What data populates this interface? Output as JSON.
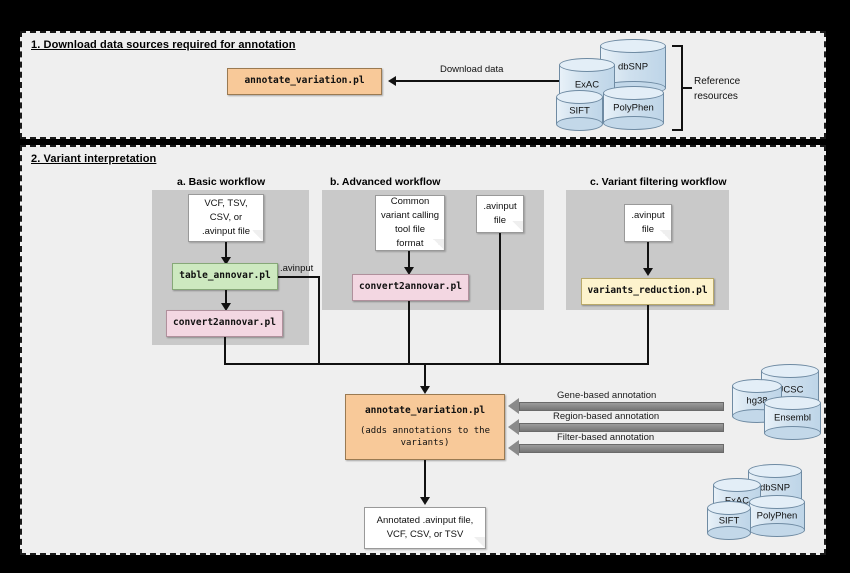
{
  "figure": {
    "background": "#efefef",
    "accent_orange": "#f8c999",
    "accent_green": "#cde9c0",
    "accent_pink": "#f3d7e2",
    "accent_yellow": "#fdf3cd",
    "db_blue": "#cfe0ee"
  },
  "section1": {
    "title": "1. Download data sources required for annotation",
    "program": "annotate_variation.pl",
    "edge_label": "Download data",
    "bracket_label_line1": "Reference",
    "bracket_label_line2": "resources",
    "databases": [
      "dbSNP",
      "ExAC",
      "PolyPhen",
      "SIFT"
    ]
  },
  "section2": {
    "title": "2. Variant interpretation",
    "workflows": [
      {
        "title": "a. Basic workflow",
        "input_note": "VCF, TSV, CSV, or .avinput file",
        "input_note_lines": [
          "VCF, TSV,",
          "CSV, or",
          ".avinput file"
        ],
        "steps": [
          "table_annovar.pl",
          "convert2annovar.pl"
        ],
        "branch_label": ".avinput"
      },
      {
        "title": "b. Advanced workflow",
        "input_note_lines": [
          "Common",
          "variant calling",
          "tool file",
          "format"
        ],
        "second_note_lines": [
          ".avinput",
          "file"
        ],
        "steps": [
          "convert2annovar.pl"
        ]
      },
      {
        "title": "c. Variant filtering workflow",
        "input_note_lines": [
          ".avinput",
          "file"
        ],
        "steps": [
          "variants_reduction.pl"
        ]
      }
    ],
    "central": {
      "program": "annotate_variation.pl",
      "description_lines": [
        "(adds annotations to the",
        "variants)"
      ]
    },
    "annotation_arrows": [
      "Gene-based annotation",
      "Region-based annotation",
      "Filter-based annotation"
    ],
    "reference_dbs_top": [
      "UCSC",
      "hg38",
      "Ensembl"
    ],
    "reference_dbs_bottom": [
      "dbSNP",
      "ExAC",
      "PolyPhen",
      "SIFT"
    ],
    "output_note_lines": [
      "Annotated .avinput file,",
      "VCF, CSV, or TSV"
    ]
  }
}
